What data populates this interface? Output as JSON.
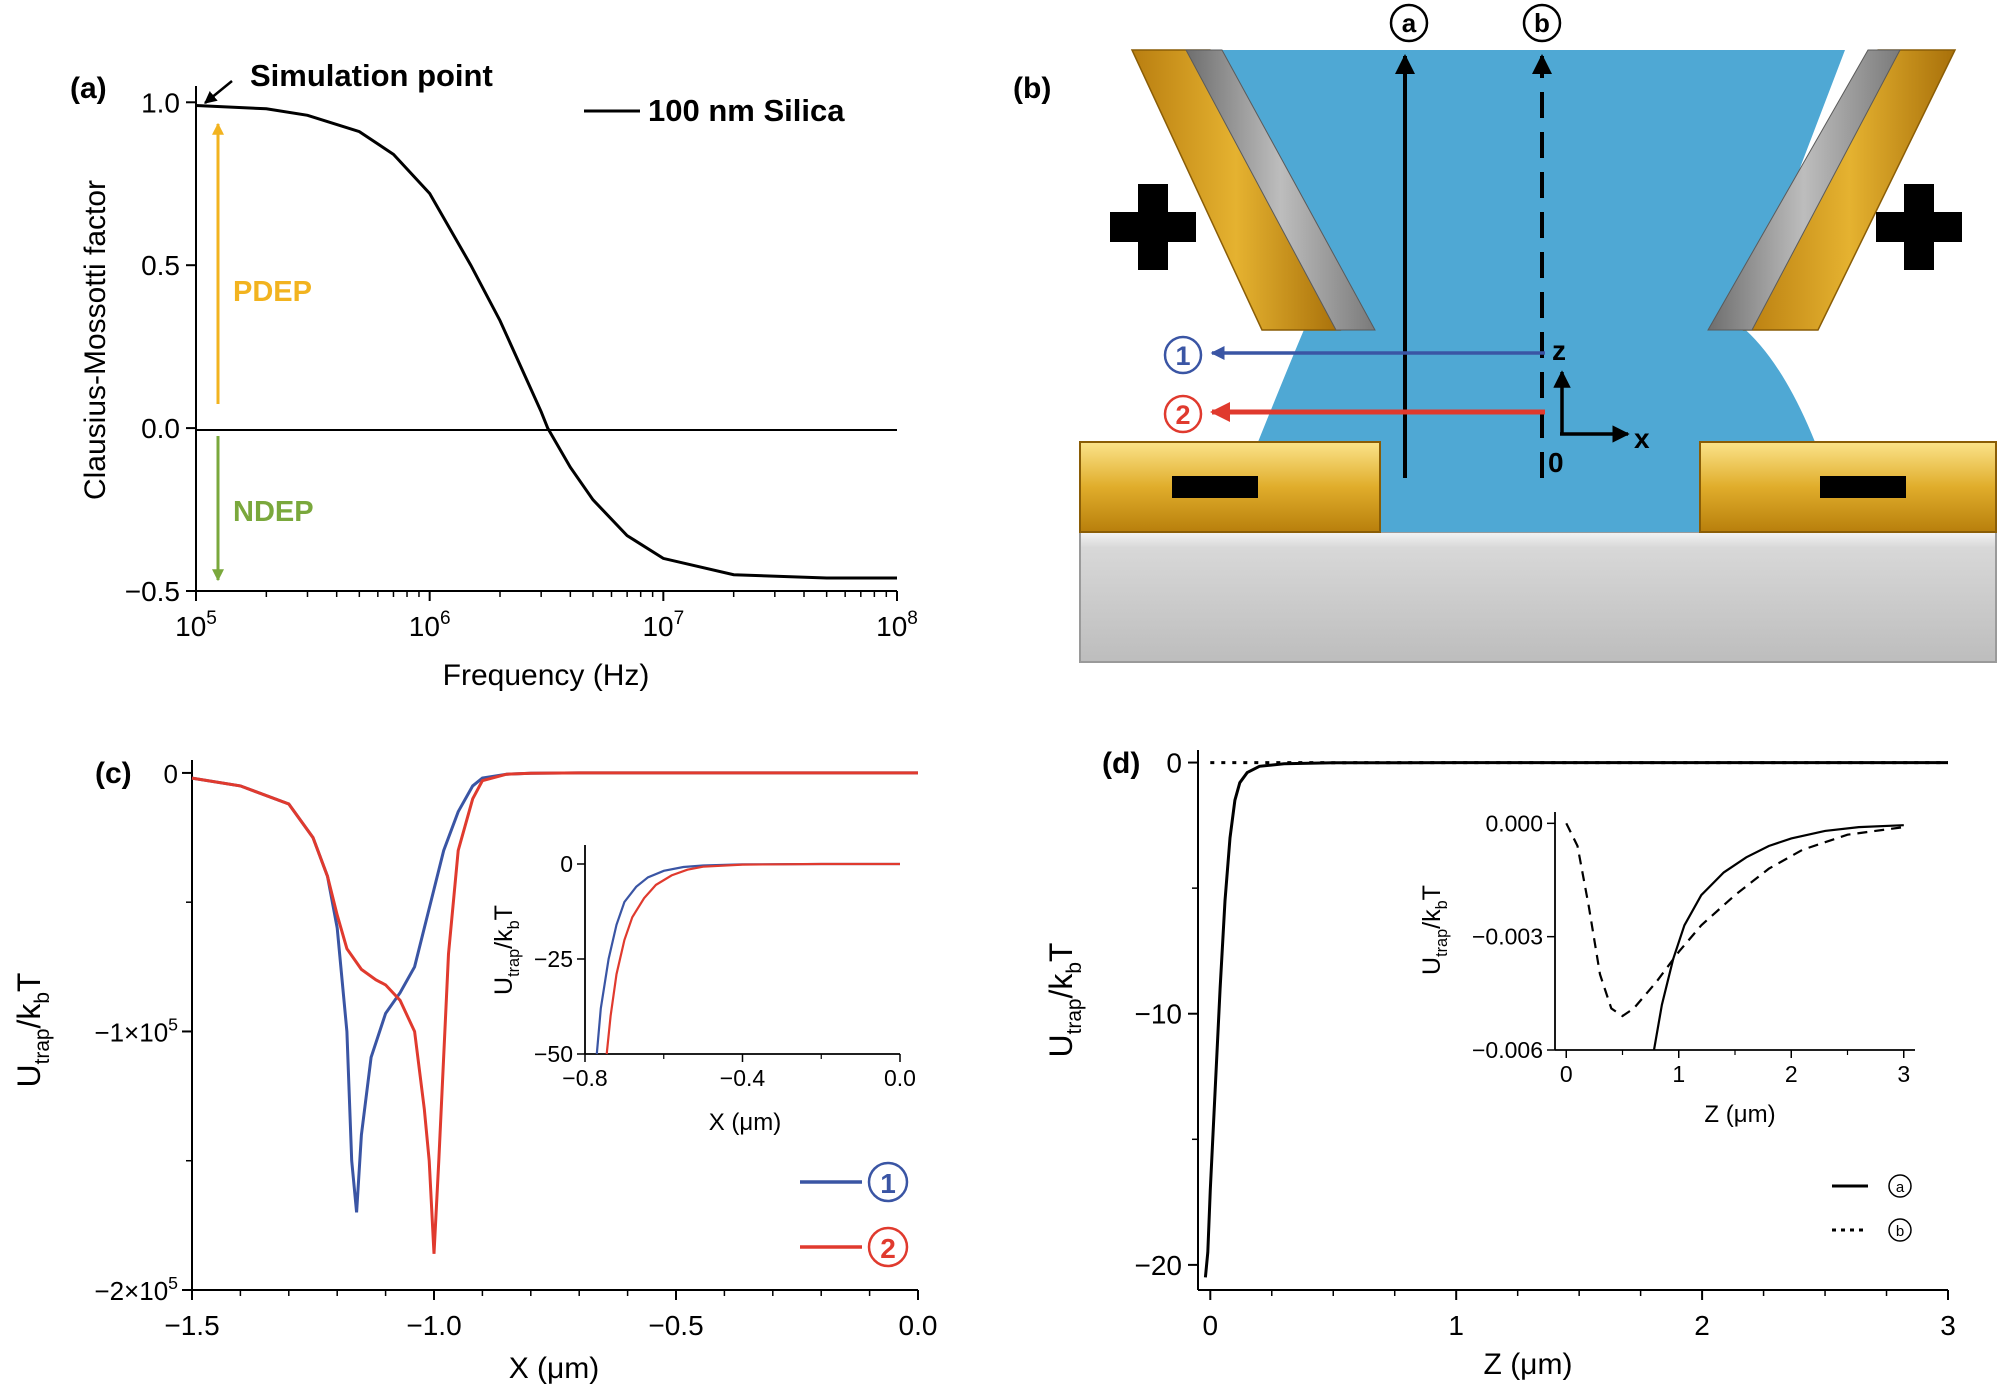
{
  "panels": {
    "a": "(a)",
    "b": "(b)",
    "c": "(c)",
    "d": "(d)"
  },
  "chart_data": [
    {
      "panel": "(a)",
      "type": "line",
      "xscale": "log",
      "xlim": [
        100000,
        100000000
      ],
      "ylim": [
        -0.5,
        1.05
      ],
      "xticks": [
        100000,
        1000000,
        10000000,
        100000000
      ],
      "xtick_labels": [
        {
          "base": "10",
          "exp": "5"
        },
        {
          "base": "10",
          "exp": "6"
        },
        {
          "base": "10",
          "exp": "7"
        },
        {
          "base": "10",
          "exp": "8"
        }
      ],
      "yticks": [
        -0.5,
        0.0,
        0.5,
        1.0
      ],
      "ytick_labels": [
        "−0.5",
        "0.0",
        "0.5",
        "1.0"
      ],
      "xlabel": "Frequency (Hz)",
      "ylabel": "Clausius-Mossotti factor",
      "legend": "100 nm Silica",
      "annotations": {
        "simulation_point": "Simulation point",
        "pdep": "PDEP",
        "ndep": "NDEP"
      },
      "series": [
        {
          "name": "100 nm Silica",
          "color": "#000000",
          "x": [
            100000,
            200000,
            300000,
            500000,
            700000,
            1000000,
            1500000,
            2000000,
            3000000,
            3200000,
            4000000,
            5000000,
            7000000,
            10000000,
            20000000,
            50000000,
            100000000
          ],
          "y": [
            0.99,
            0.98,
            0.96,
            0.91,
            0.84,
            0.72,
            0.5,
            0.33,
            0.05,
            0.0,
            -0.12,
            -0.22,
            -0.33,
            -0.4,
            -0.45,
            -0.46,
            -0.46
          ]
        }
      ]
    },
    {
      "panel": "(c)",
      "type": "line",
      "xlim": [
        -1.5,
        0.0
      ],
      "ylim": [
        -200000,
        5000
      ],
      "xticks": [
        -1.5,
        -1.0,
        -0.5,
        0.0
      ],
      "xtick_labels": [
        "−1.5",
        "−1.0",
        "−0.5",
        "0.0"
      ],
      "yticks": [
        0,
        -100000,
        -200000
      ],
      "ytick_labels": [
        {
          "base": "0",
          "exp": ""
        },
        {
          "base": "−1×10",
          "exp": "5"
        },
        {
          "base": "−2×10",
          "exp": "5"
        }
      ],
      "xlabel": "X (μm)",
      "ylabel": {
        "main": "U",
        "sub1": "trap",
        "mid": "/k",
        "sub2": "b",
        "end": "T"
      },
      "legend_placement": "bottom-right",
      "series": [
        {
          "name": "①",
          "color": "#3a55a4",
          "x": [
            -1.5,
            -1.4,
            -1.3,
            -1.25,
            -1.22,
            -1.2,
            -1.18,
            -1.17,
            -1.16,
            -1.15,
            -1.13,
            -1.1,
            -1.07,
            -1.04,
            -1.02,
            -1.0,
            -0.98,
            -0.95,
            -0.92,
            -0.9,
            -0.85,
            -0.8,
            -0.7,
            -0.5,
            0.0
          ],
          "y": [
            -2000,
            -5000,
            -12000,
            -25000,
            -40000,
            -60000,
            -100000,
            -150000,
            -170000,
            -140000,
            -110000,
            -93000,
            -85000,
            -75000,
            -60000,
            -45000,
            -30000,
            -15000,
            -5000,
            -2000,
            -500,
            -100,
            0,
            0,
            0
          ]
        },
        {
          "name": "②",
          "color": "#e03a2e",
          "x": [
            -1.5,
            -1.4,
            -1.3,
            -1.25,
            -1.22,
            -1.2,
            -1.18,
            -1.15,
            -1.12,
            -1.1,
            -1.07,
            -1.04,
            -1.02,
            -1.01,
            -1.0,
            -0.99,
            -0.97,
            -0.95,
            -0.92,
            -0.9,
            -0.85,
            -0.8,
            -0.7,
            -0.5,
            0.0
          ],
          "y": [
            -2000,
            -5000,
            -12000,
            -25000,
            -40000,
            -55000,
            -68000,
            -76000,
            -80000,
            -82000,
            -88000,
            -100000,
            -130000,
            -150000,
            -186000,
            -150000,
            -70000,
            -30000,
            -10000,
            -3000,
            -500,
            -100,
            0,
            0,
            0
          ]
        }
      ],
      "inset": {
        "xlim": [
          -0.8,
          0.0
        ],
        "ylim": [
          -50,
          5
        ],
        "xticks": [
          -0.8,
          -0.4,
          0.0
        ],
        "xtick_labels": [
          "−0.8",
          "−0.4",
          "0.0"
        ],
        "yticks": [
          0,
          -25,
          -50
        ],
        "ytick_labels": [
          "0",
          "−25",
          "−50"
        ],
        "xlabel": "X (μm)",
        "ylabel": {
          "main": "U",
          "sub1": "trap",
          "mid": "/k",
          "sub2": "b",
          "end": "T"
        },
        "series": [
          {
            "name": "①",
            "color": "#3a55a4",
            "x": [
              -0.77,
              -0.76,
              -0.74,
              -0.72,
              -0.7,
              -0.67,
              -0.64,
              -0.6,
              -0.55,
              -0.5,
              -0.4,
              -0.2,
              0.0
            ],
            "y": [
              -50,
              -38,
              -25,
              -16,
              -10,
              -6,
              -3.5,
              -1.8,
              -0.8,
              -0.4,
              -0.1,
              0,
              0
            ]
          },
          {
            "name": "②",
            "color": "#e03a2e",
            "x": [
              -0.745,
              -0.735,
              -0.72,
              -0.7,
              -0.68,
              -0.65,
              -0.62,
              -0.58,
              -0.54,
              -0.5,
              -0.4,
              -0.2,
              0.0
            ],
            "y": [
              -50,
              -40,
              -29,
              -20,
              -14,
              -9,
              -5.5,
              -3,
              -1.5,
              -0.7,
              -0.15,
              0,
              0
            ]
          }
        ]
      }
    },
    {
      "panel": "(d)",
      "type": "line",
      "xlim": [
        -0.05,
        3.0
      ],
      "ylim": [
        -21,
        0.5
      ],
      "xticks": [
        0,
        1,
        2,
        3
      ],
      "xtick_labels": [
        "0",
        "1",
        "2",
        "3"
      ],
      "yticks": [
        0,
        -10,
        -20
      ],
      "ytick_labels": [
        "0",
        "−10",
        "−20"
      ],
      "xlabel": "Z (μm)",
      "ylabel": {
        "main": "U",
        "sub1": "trap",
        "mid": "/k",
        "sub2": "b",
        "end": "T"
      },
      "legend_placement": "bottom-right",
      "series": [
        {
          "name": "ⓐ",
          "style": "solid",
          "color": "#000000",
          "x": [
            -0.02,
            -0.01,
            0.0,
            0.02,
            0.04,
            0.06,
            0.08,
            0.1,
            0.12,
            0.15,
            0.2,
            0.3,
            0.5,
            1.0,
            2.0,
            3.0
          ],
          "y": [
            -20.5,
            -19.5,
            -17,
            -13,
            -9,
            -5.5,
            -3,
            -1.5,
            -0.8,
            -0.4,
            -0.15,
            -0.05,
            -0.01,
            0,
            0,
            0
          ]
        },
        {
          "name": "ⓑ",
          "style": "dotted",
          "color": "#000000",
          "x": [
            0.0,
            0.3,
            0.5,
            1.0,
            2.0,
            3.0
          ],
          "y": [
            0,
            -0.003,
            -0.005,
            -0.003,
            -0.0005,
            0
          ]
        }
      ],
      "inset": {
        "xlim": [
          -0.1,
          3.1
        ],
        "ylim": [
          -0.006,
          0.0003
        ],
        "xticks": [
          0,
          1,
          2,
          3
        ],
        "xtick_labels": [
          "0",
          "1",
          "2",
          "3"
        ],
        "yticks": [
          0,
          -0.003,
          -0.006
        ],
        "ytick_labels": [
          "0.000",
          "−0.003",
          "−0.006"
        ],
        "xlabel": "Z (μm)",
        "ylabel": {
          "main": "U",
          "sub1": "trap",
          "mid": "/k",
          "sub2": "b",
          "end": "T"
        },
        "series": [
          {
            "name": "ⓐ",
            "style": "solid",
            "color": "#000000",
            "x": [
              0.78,
              0.85,
              0.95,
              1.05,
              1.2,
              1.4,
              1.6,
              1.8,
              2.0,
              2.3,
              2.6,
              3.0
            ],
            "y": [
              -0.006,
              -0.0048,
              -0.0036,
              -0.0027,
              -0.0019,
              -0.0013,
              -0.0009,
              -0.0006,
              -0.0004,
              -0.0002,
              -0.0001,
              -5e-05
            ]
          },
          {
            "name": "ⓑ",
            "style": "dashed",
            "color": "#000000",
            "x": [
              0.0,
              0.1,
              0.2,
              0.3,
              0.4,
              0.5,
              0.6,
              0.8,
              1.0,
              1.2,
              1.5,
              1.8,
              2.1,
              2.5,
              3.0
            ],
            "y": [
              0,
              -0.0006,
              -0.0022,
              -0.004,
              -0.0049,
              -0.0051,
              -0.0049,
              -0.0042,
              -0.0034,
              -0.0027,
              -0.0019,
              -0.0012,
              -0.0007,
              -0.0003,
              -0.0001
            ]
          }
        ]
      }
    }
  ],
  "schematic_b": {
    "axis_z": "z",
    "axis_x": "x",
    "origin": "0",
    "line_a_label": "a",
    "line_b_label": "b",
    "path_1_label": "1",
    "path_2_label": "2",
    "plus_sign": "+",
    "minus_sign": "−",
    "colors": {
      "fluid": "#4fa8d4",
      "electrode_gold": "#d4a017",
      "electrode_grey": "#9a9a9a",
      "substrate": "#cfcfcf",
      "path_1": "#3a55a4",
      "path_2": "#e03a2e"
    }
  }
}
